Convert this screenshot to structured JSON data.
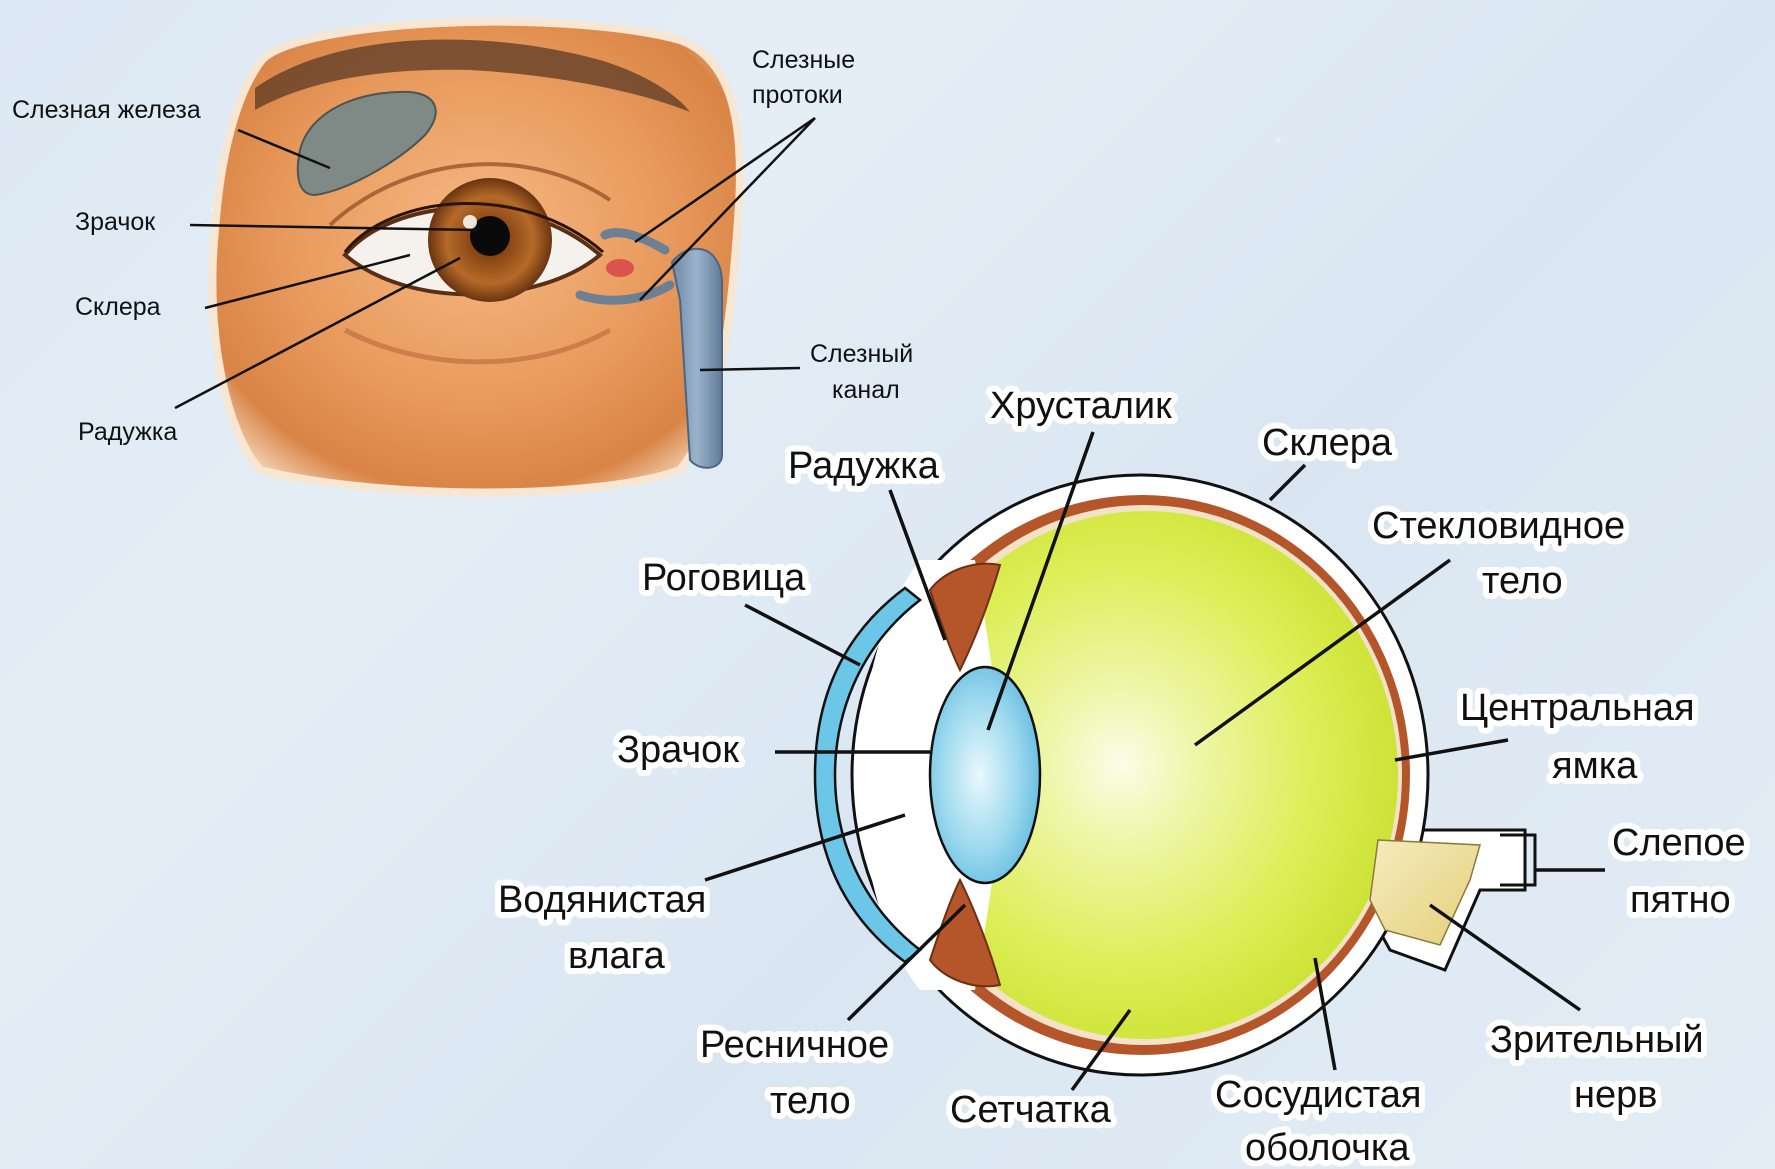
{
  "external_eye": {
    "labels": {
      "lacrimal_gland": "Слезная железа",
      "tear_ducts_line1": "Слезные",
      "tear_ducts_line2": "протоки",
      "pupil": "Зрачок",
      "sclera": "Склера",
      "iris": "Радужка",
      "lacrimal_canal_line1": "Слезный",
      "lacrimal_canal_line2": "канал"
    }
  },
  "eye_section": {
    "labels": {
      "lens": "Хрусталик",
      "sclera": "Склера",
      "iris": "Радужка",
      "vitreous_line1": "Стекловидное",
      "vitreous_line2": "тело",
      "cornea": "Роговица",
      "fovea_line1": "Центральная",
      "fovea_line2": "ямка",
      "pupil": "Зрачок",
      "blind_spot_line1": "Слепое",
      "blind_spot_line2": "пятно",
      "aqueous_line1": "Водянистая",
      "aqueous_line2": "влага",
      "optic_nerve_line1": "Зрительный",
      "optic_nerve_line2": "нерв",
      "ciliary_line1": "Ресничное",
      "ciliary_line2": "тело",
      "retina": "Сетчатка",
      "choroid_line1": "Сосудистая",
      "choroid_line2": "оболочка"
    }
  },
  "colors": {
    "background": "#dfe9f3",
    "skin": "#e89a5c",
    "iris": "#a05a20",
    "vitreous": "#d9ec3a",
    "lens": "#8fd3ea",
    "cornea": "#6cc6e8",
    "choroid": "#b5562a",
    "optic_nerve": "#efe0a0"
  }
}
